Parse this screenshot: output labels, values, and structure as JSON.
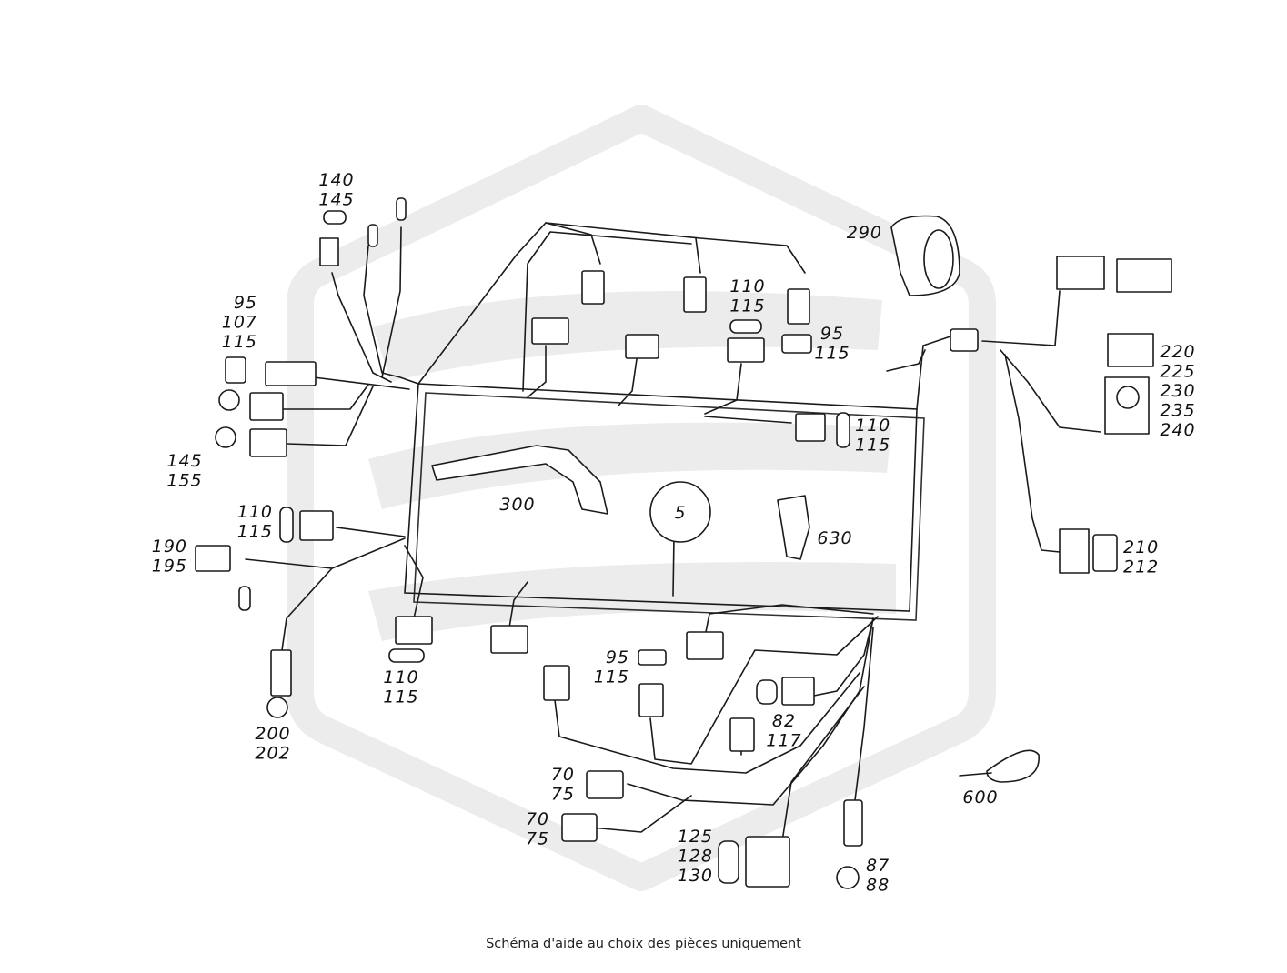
{
  "caption": "Schéma d'aide au choix des pièces uniquement",
  "center_callout": "5",
  "labels": {
    "l_140_145": [
      "140",
      "145"
    ],
    "l_95_107_115": [
      "95",
      "107",
      "115"
    ],
    "l_145_155": [
      "145",
      "155"
    ],
    "l_110_115_top": [
      "110",
      "115"
    ],
    "l_95_115_top": [
      "95",
      "115"
    ],
    "l_110_115_right": [
      "110",
      "115"
    ],
    "l_290": [
      "290"
    ],
    "l_220_240": [
      "220",
      "225",
      "230",
      "235",
      "240"
    ],
    "l_210_212": [
      "210",
      "212"
    ],
    "l_300": [
      "300"
    ],
    "l_630": [
      "630"
    ],
    "l_110_115_left": [
      "110",
      "115"
    ],
    "l_190_195": [
      "190",
      "195"
    ],
    "l_200_202": [
      "200",
      "202"
    ],
    "l_110_115_bottom": [
      "110",
      "115"
    ],
    "l_95_115_bottom": [
      "95",
      "115"
    ],
    "l_82_117": [
      "82",
      "117"
    ],
    "l_70_75_a": [
      "70",
      "75"
    ],
    "l_70_75_b": [
      "70",
      "75"
    ],
    "l_125_130": [
      "125",
      "128",
      "130"
    ],
    "l_87_88": [
      "87",
      "88"
    ],
    "l_600": [
      "600"
    ]
  }
}
